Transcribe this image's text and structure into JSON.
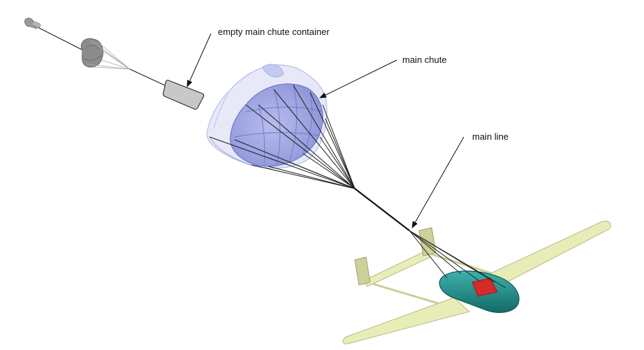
{
  "labels": {
    "empty_container": "empty main chute container",
    "main_chute": "main chute",
    "main_line": "main line"
  },
  "colors": {
    "pilot_chute": "#8f8f8f",
    "container": "#c9c9c9",
    "canopy_outer": "#d9dcf4",
    "canopy_inner": "#9fa6e0",
    "airframe_wings": "#e8edb8",
    "fuselage": "#1f8c88",
    "payload_hatch": "#d42a2a",
    "lines": "#222222"
  },
  "icons": [
    "pilot-chute-icon",
    "drogue-canopy-icon",
    "container-icon",
    "main-canopy-icon",
    "uav-icon"
  ]
}
